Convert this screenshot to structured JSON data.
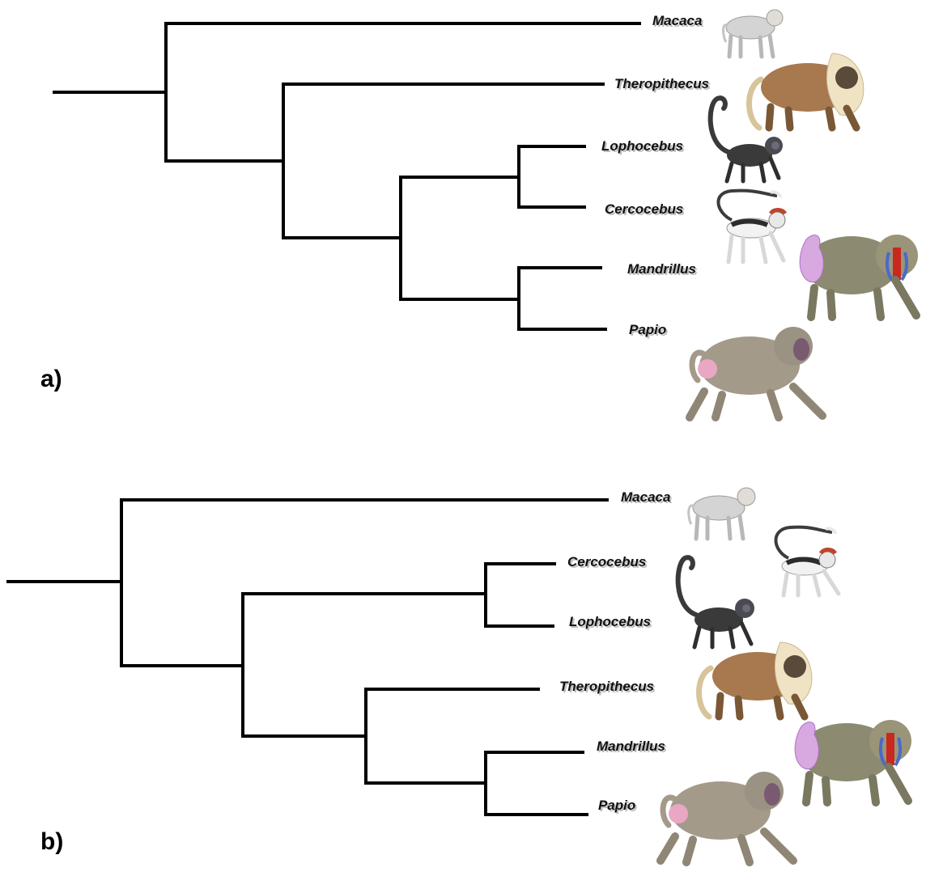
{
  "panels": [
    {
      "label": "a)",
      "taxa": [
        {
          "name": "Macaca",
          "icon": "macaque-icon"
        },
        {
          "name": "Theropithecus",
          "icon": "gelada-icon"
        },
        {
          "name": "Lophocebus",
          "icon": "mangabey-dark-icon"
        },
        {
          "name": "Cercocebus",
          "icon": "mangabey-white-icon"
        },
        {
          "name": "Mandrillus",
          "icon": "mandrill-icon"
        },
        {
          "name": "Papio",
          "icon": "baboon-icon"
        }
      ]
    },
    {
      "label": "b)",
      "taxa": [
        {
          "name": "Macaca",
          "icon": "macaque-icon"
        },
        {
          "name": "Cercocebus",
          "icon": "mangabey-white-icon"
        },
        {
          "name": "Lophocebus",
          "icon": "mangabey-dark-icon"
        },
        {
          "name": "Theropithecus",
          "icon": "gelada-icon"
        },
        {
          "name": "Mandrillus",
          "icon": "mandrill-icon"
        },
        {
          "name": "Papio",
          "icon": "baboon-icon"
        }
      ]
    }
  ],
  "colors": {
    "branch": "#000000",
    "macaque_fur": "#d4d4d4",
    "gelada_fur": "#a8784e",
    "mangabey_dark_fur": "#3a3a3a",
    "mangabey_white_fur": "#f2f2f2",
    "mangabey_cap": "#c0442a",
    "mandrill_fur": "#8c8a70",
    "mandrill_face": "#c8281e",
    "baboon_fur": "#a39a8a",
    "baboon_rump": "#e9a7c4"
  }
}
